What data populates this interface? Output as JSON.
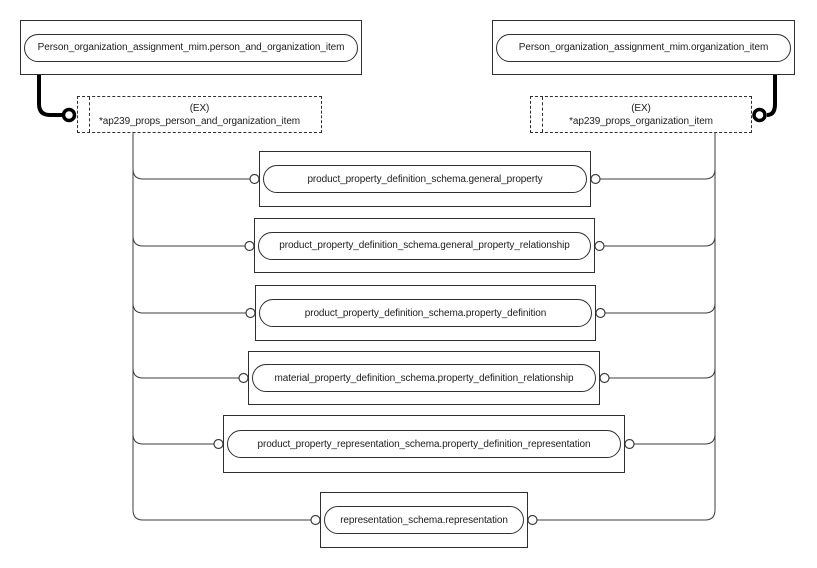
{
  "colors": {
    "background": "#ffffff",
    "ink": "#2f2f2f",
    "wire": "#3d3d3d",
    "thick_wire": "#000000"
  },
  "top_nodes": [
    {
      "label": "Person_organization_assignment_mim.person_and_organization_item"
    },
    {
      "label": "Person_organization_assignment_mim.organization_item"
    }
  ],
  "page_refs": [
    {
      "line1": "(EX)",
      "line2": "*ap239_props_person_and_organization_item"
    },
    {
      "line1": "(EX)",
      "line2": "*ap239_props_organization_item"
    }
  ],
  "entities": [
    {
      "label": "product_property_definition_schema.general_property"
    },
    {
      "label": "product_property_definition_schema.general_property_relationship"
    },
    {
      "label": "product_property_definition_schema.property_definition"
    },
    {
      "label": "material_property_definition_schema.property_definition_relationship"
    },
    {
      "label": "product_property_representation_schema.property_definition_representation"
    },
    {
      "label": "representation_schema.representation"
    }
  ]
}
